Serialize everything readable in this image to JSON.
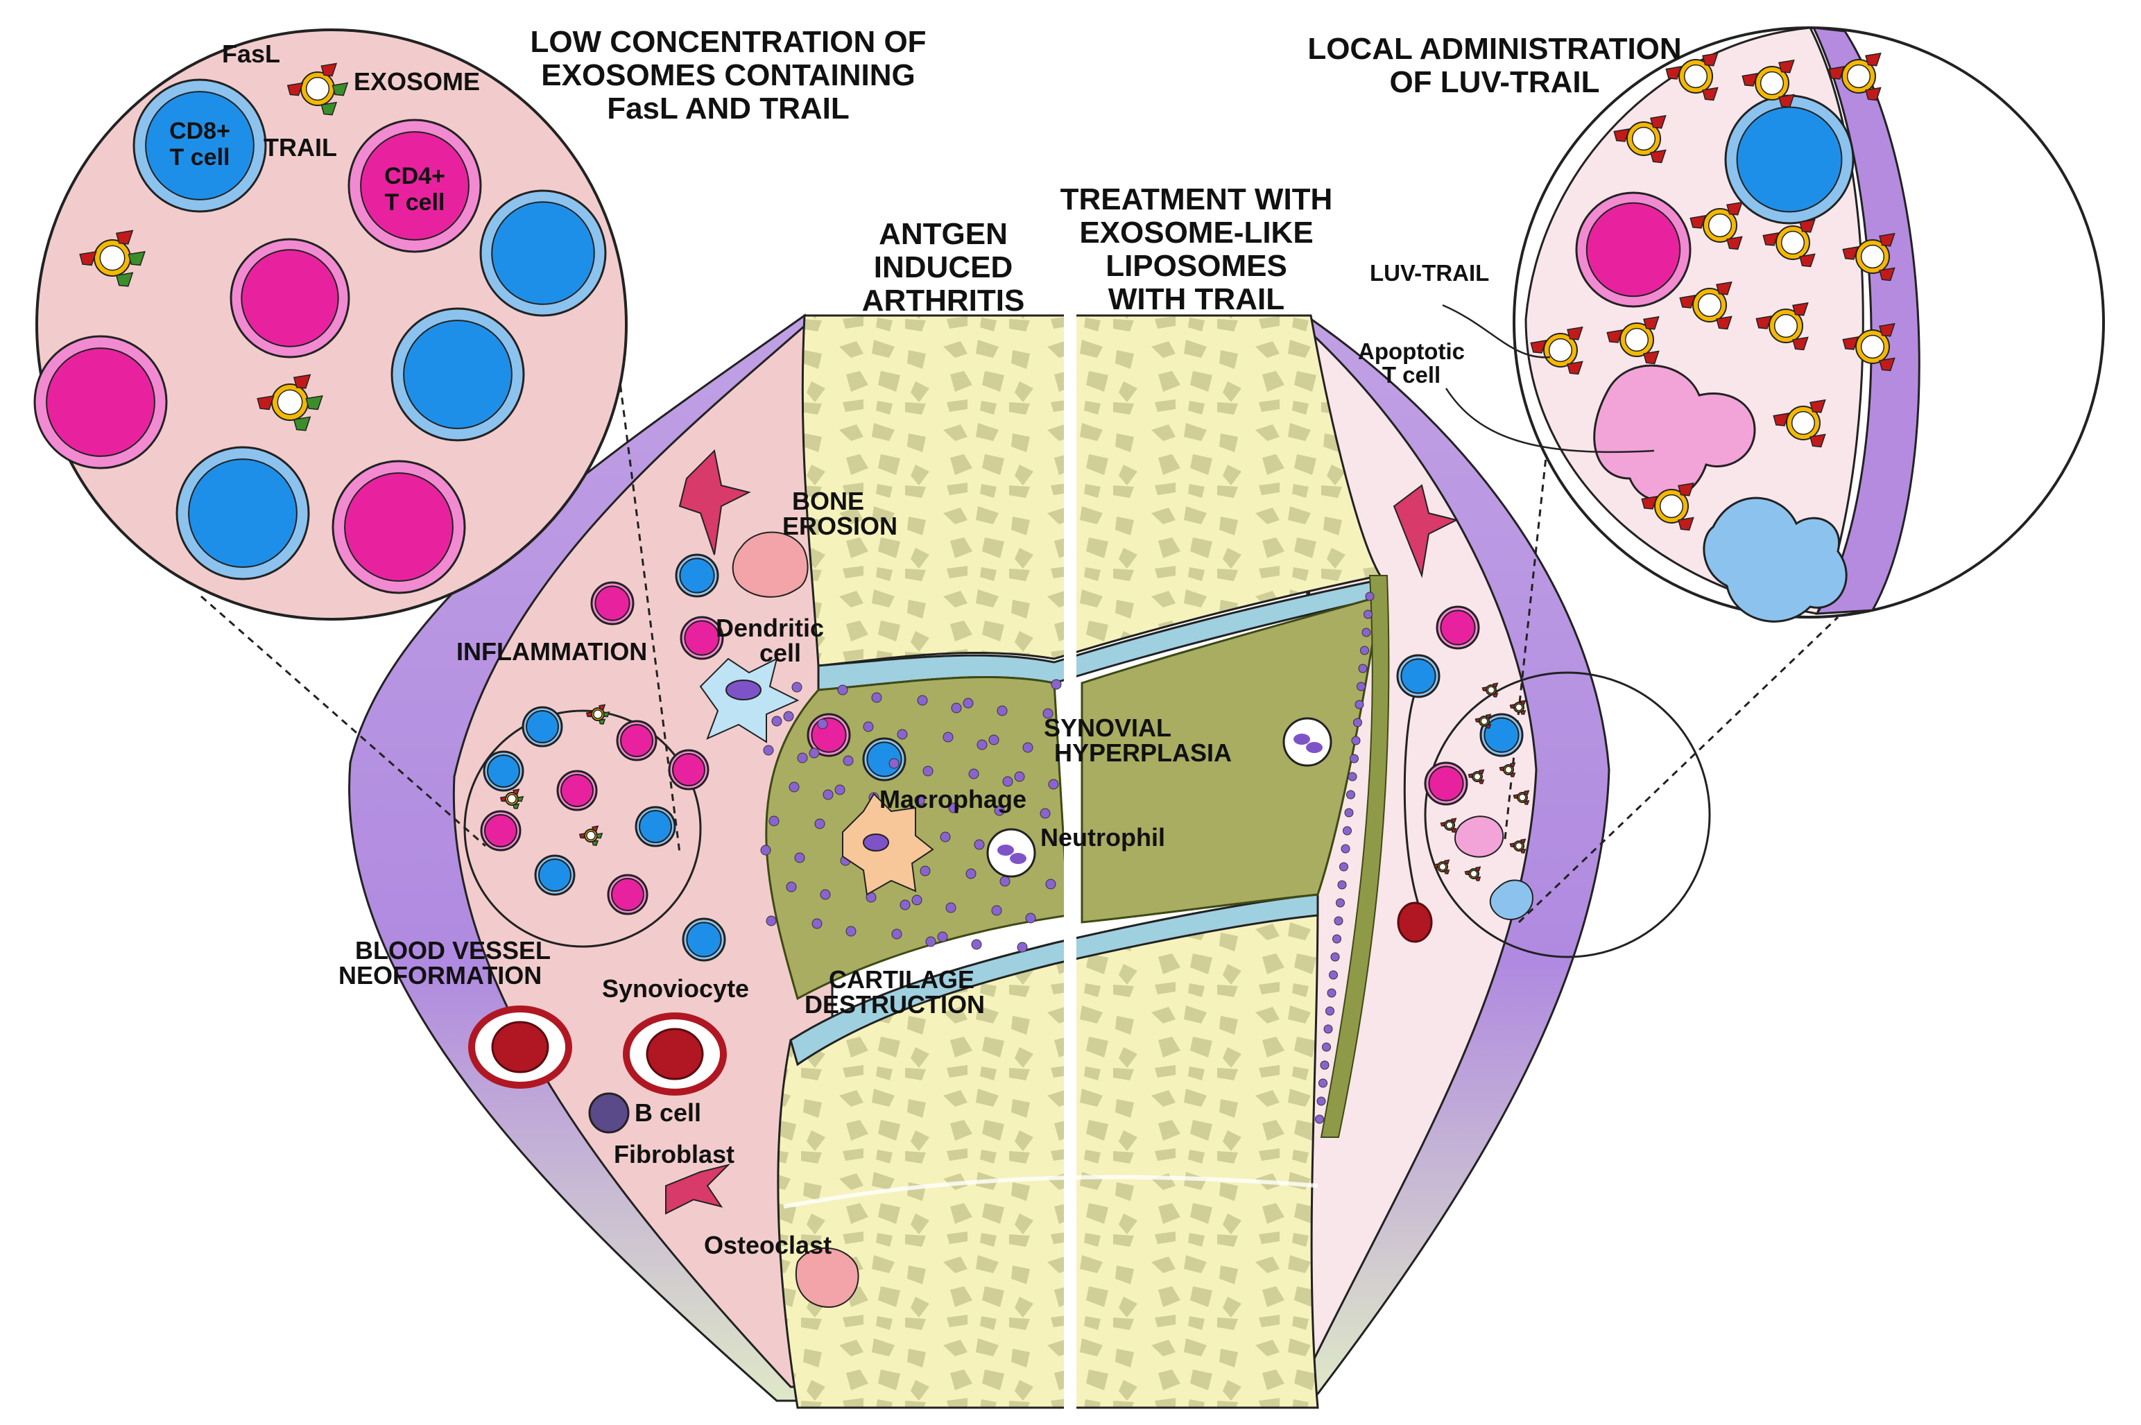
{
  "titles": {
    "left_callout": [
      "LOW CONCENTRATION OF",
      "EXOSOMES CONTAINING",
      "FasL AND TRAIL"
    ],
    "right_callout": [
      "LOCAL ADMINISTRATION",
      "OF LUV-TRAIL"
    ],
    "left_half": [
      "ANTGEN",
      "INDUCED",
      "ARTHRITIS"
    ],
    "right_half": [
      "TREATMENT  WITH",
      "EXOSOME-LIKE",
      "LIPOSOMES",
      "WITH TRAIL"
    ]
  },
  "labels": {
    "fasl": "FasL",
    "exosome": "EXOSOME",
    "trail": "TRAIL",
    "cd8": [
      "CD8+",
      "T cell"
    ],
    "cd4": [
      "CD4+",
      "T cell"
    ],
    "bone_erosion": [
      "BONE",
      "EROSION"
    ],
    "dendritic": [
      "Dendritic",
      "cell"
    ],
    "inflammation": "INFLAMMATION",
    "synovial": [
      "SYNOVIAL",
      "HYPERPLASIA"
    ],
    "macrophage": "Macrophage",
    "neutrophil": "Neutrophil",
    "blood_vessel": [
      "BLOOD VESSEL",
      "NEOFORMATION"
    ],
    "synoviocyte": "Synoviocyte",
    "cartilage": [
      "CARTILAGE",
      "DESTRUCTION"
    ],
    "b_cell": "B cell",
    "fibroblast": "Fibroblast",
    "osteoclast": "Osteoclast",
    "luv_trail": "LUV-TRAIL",
    "apoptotic": [
      "Apoptotic",
      "T cell"
    ]
  },
  "colors": {
    "cd4": "#e8229e",
    "cd4_ring": "#f28ad2",
    "cd8": "#1e8fe8",
    "cd8_ring": "#8cc3ee",
    "tissue_left": "#f2cccc",
    "tissue_right": "#f8e6ea",
    "capsule": "#b58be0",
    "bone": "#fbf8c6",
    "cartilage": "#9fd0e0",
    "synovium": "#a9ad62",
    "trabecula": "#cccb96",
    "vessel": "#b01722",
    "exosome": "#f5b800",
    "fasl": "#3a8f2a",
    "trail": "#c21a1a"
  }
}
